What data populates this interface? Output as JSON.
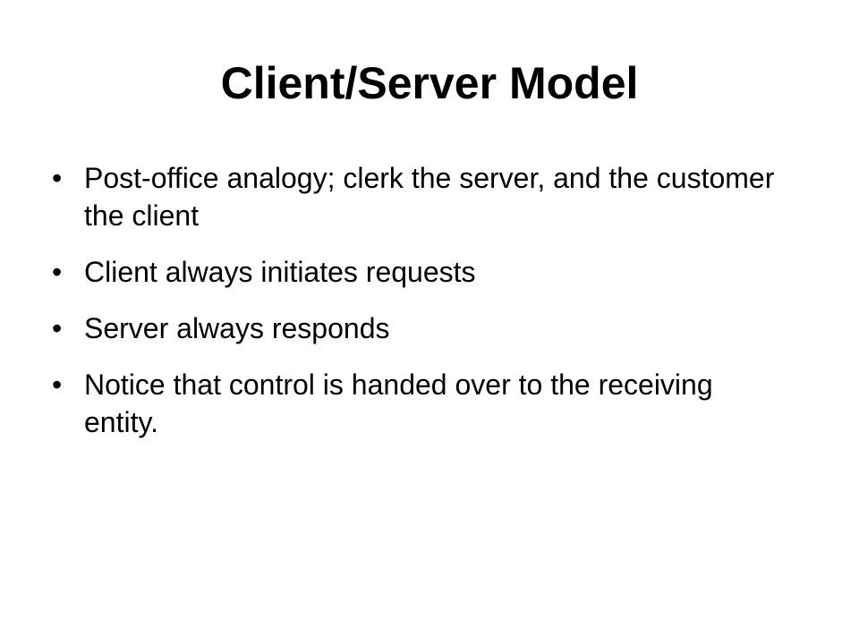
{
  "slide": {
    "title": "Client/Server Model",
    "bullet_glyph": "•",
    "bullets": [
      " Post-office analogy; clerk the server, and the customer the client",
      " Client always initiates requests",
      " Server always responds",
      " Notice that control is handed over to the receiving entity."
    ]
  }
}
